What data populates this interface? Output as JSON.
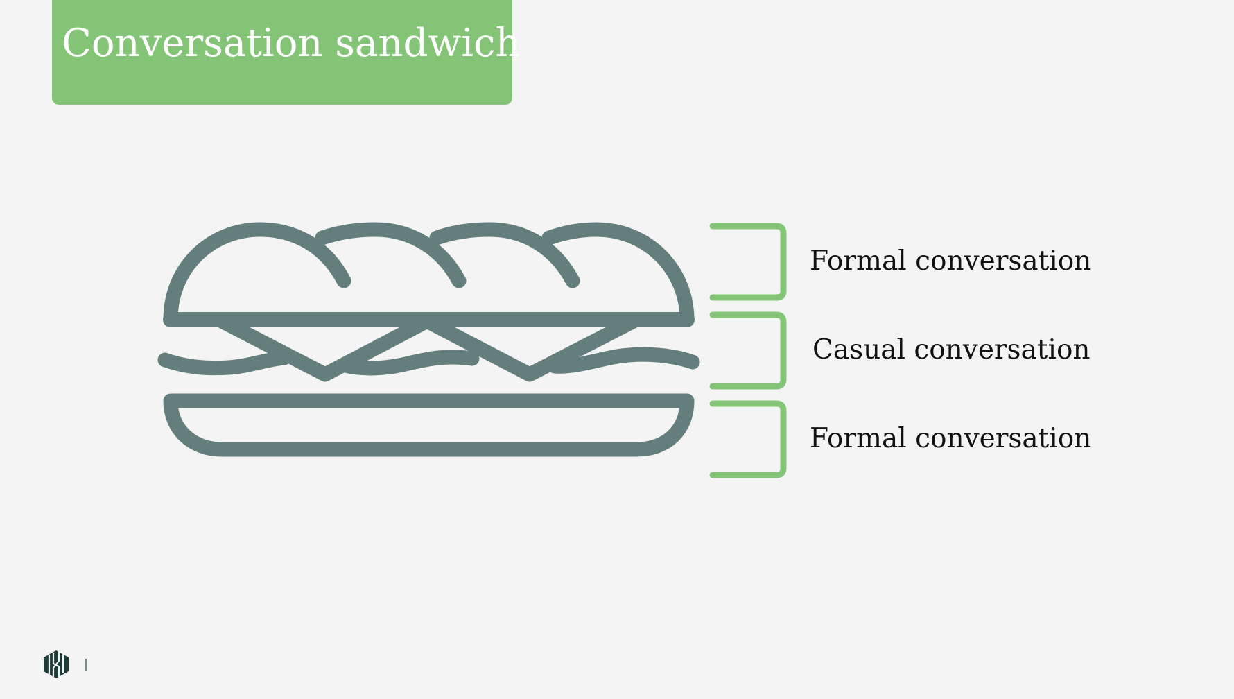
{
  "slide": {
    "title": "Conversation sandwich",
    "layers": [
      {
        "label": "Formal conversation"
      },
      {
        "label": "Casual conversation"
      },
      {
        "label": "Formal conversation"
      }
    ]
  },
  "colors": {
    "accent": "#84c476",
    "icon": "#647e7b",
    "background": "#f4f4f4"
  },
  "icons": {
    "illustration": "sandwich-icon",
    "brackets": "bracket-icon",
    "footer_logo": "company-logo"
  }
}
